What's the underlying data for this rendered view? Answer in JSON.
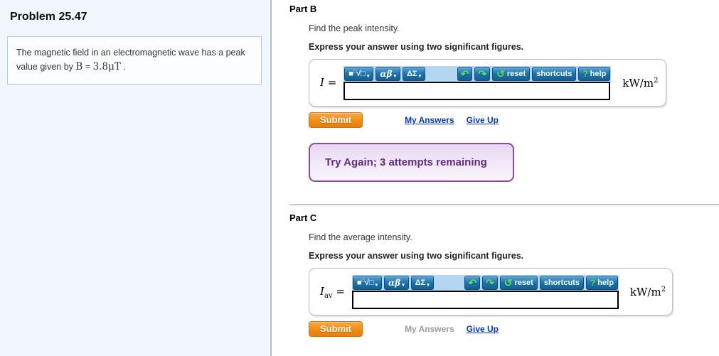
{
  "sidebar": {
    "title": "Problem 25.47",
    "statement": {
      "prefix": "The magnetic field in an electromagnetic wave has a peak value given by",
      "variable": "B",
      "equals": "=",
      "value": "3.8",
      "unit": "μT",
      "suffix": "."
    }
  },
  "toolbar": {
    "templates_square": "■",
    "templates_sup": "□",
    "templates_sqrt": "√□",
    "greek_label": "αβ",
    "symbols_label": "ΔΣ",
    "dropdown_arrow": "▾",
    "undo_icon": "↶",
    "redo_icon": "↷",
    "reset_icon": "↺",
    "reset_label": "reset",
    "shortcuts_label": "shortcuts",
    "help_icon": "?",
    "help_label": "help"
  },
  "parts": {
    "b": {
      "heading": "Part B",
      "prompt": "Find the peak intensity.",
      "instruction": "Express your answer using two significant figures.",
      "answer_variable": "I",
      "answer_subscript": "",
      "answer_equals": "=",
      "input_value": "",
      "unit_base": "kW/m",
      "unit_exponent": "2",
      "submit_label": "Submit",
      "my_answers_label": "My Answers",
      "give_up_label": "Give Up",
      "feedback": "Try Again; 3 attempts remaining"
    },
    "c": {
      "heading": "Part C",
      "prompt": "Find the average intensity.",
      "instruction": "Express your answer using two significant figures.",
      "answer_variable": "I",
      "answer_subscript": "av",
      "answer_equals": "=",
      "input_value": "",
      "unit_base": "kW/m",
      "unit_exponent": "2",
      "submit_label": "Submit",
      "my_answers_label": "My Answers",
      "give_up_label": "Give Up"
    }
  },
  "colors": {
    "sidebar_bg": "#f1f6fc",
    "toolbar_bg": "#b3d7f2",
    "button_blue": "#1d72ae",
    "submit_orange": "#f08c14",
    "link_blue": "#0736c4",
    "feedback_purple": "#8a4ba6",
    "icon_green": "#5fe05f"
  }
}
